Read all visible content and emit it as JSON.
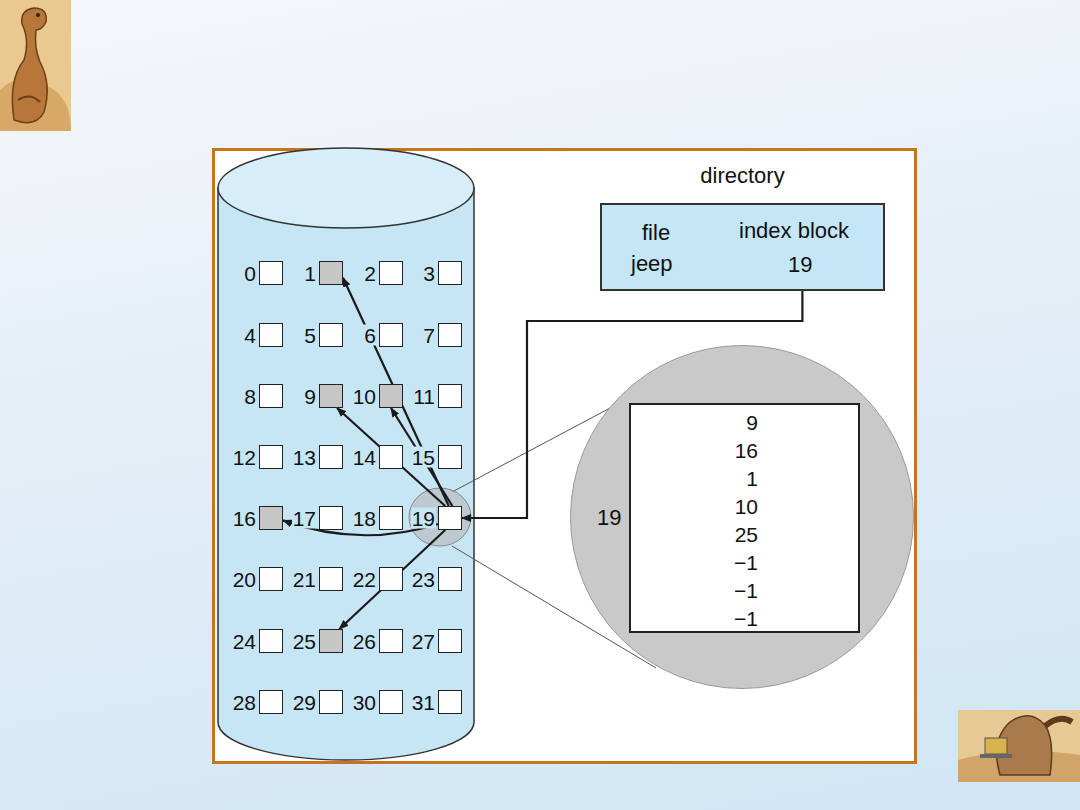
{
  "diagram": {
    "nodes": [
      {
        "text": [
          "0"
        ]
      },
      {
        "text": [
          "1"
        ]
      },
      {
        "text": [
          "2"
        ]
      },
      {
        "text": [
          "3"
        ]
      },
      {
        "text": [
          "4"
        ]
      },
      {
        "text": [
          "5"
        ]
      },
      {
        "text": [
          "6"
        ]
      },
      {
        "text": [
          "7"
        ]
      },
      {
        "text": [
          "8"
        ]
      },
      {
        "text": [
          "9"
        ]
      },
      {
        "text": [
          "10"
        ]
      },
      {
        "text": [
          "11"
        ]
      },
      {
        "text": [
          "12"
        ]
      },
      {
        "text": [
          "13"
        ]
      },
      {
        "text": [
          "14"
        ]
      },
      {
        "text": [
          "15"
        ]
      },
      {
        "text": [
          "16"
        ]
      },
      {
        "text": [
          "17"
        ]
      },
      {
        "text": [
          "18"
        ]
      },
      {
        "text": [
          "19"
        ]
      },
      {
        "text": [
          "20"
        ]
      },
      {
        "text": [
          "21"
        ]
      },
      {
        "text": [
          "22"
        ]
      },
      {
        "text": [
          "23"
        ]
      },
      {
        "text": [
          "24"
        ]
      },
      {
        "text": [
          "25"
        ]
      },
      {
        "text": [
          "26"
        ]
      },
      {
        "text": [
          "27"
        ]
      },
      {
        "text": [
          "28"
        ]
      },
      {
        "text": [
          "29"
        ]
      },
      {
        "text": [
          "30"
        ]
      },
      {
        "text": [
          "31"
        ]
      },
      {
        "text": [
          "directory",
          "file",
          "index block",
          "jeep",
          "19"
        ]
      },
      {
        "text": [
          "19"
        ]
      },
      {
        "text": [
          "9",
          "16",
          "1",
          "10",
          "25",
          "−1",
          "−1",
          "−1"
        ],
        "in": 33
      }
    ],
    "edges": [
      {
        "from": 32,
        "to": 19,
        "arrow": "to"
      },
      {
        "from": 19,
        "to": 9,
        "arrow": "to"
      },
      {
        "from": 19,
        "to": 16,
        "arrow": "to"
      },
      {
        "from": 19,
        "to": 1,
        "arrow": "to"
      },
      {
        "from": 19,
        "to": 10,
        "arrow": "to"
      },
      {
        "from": 19,
        "to": 25,
        "arrow": "to"
      }
    ]
  }
}
